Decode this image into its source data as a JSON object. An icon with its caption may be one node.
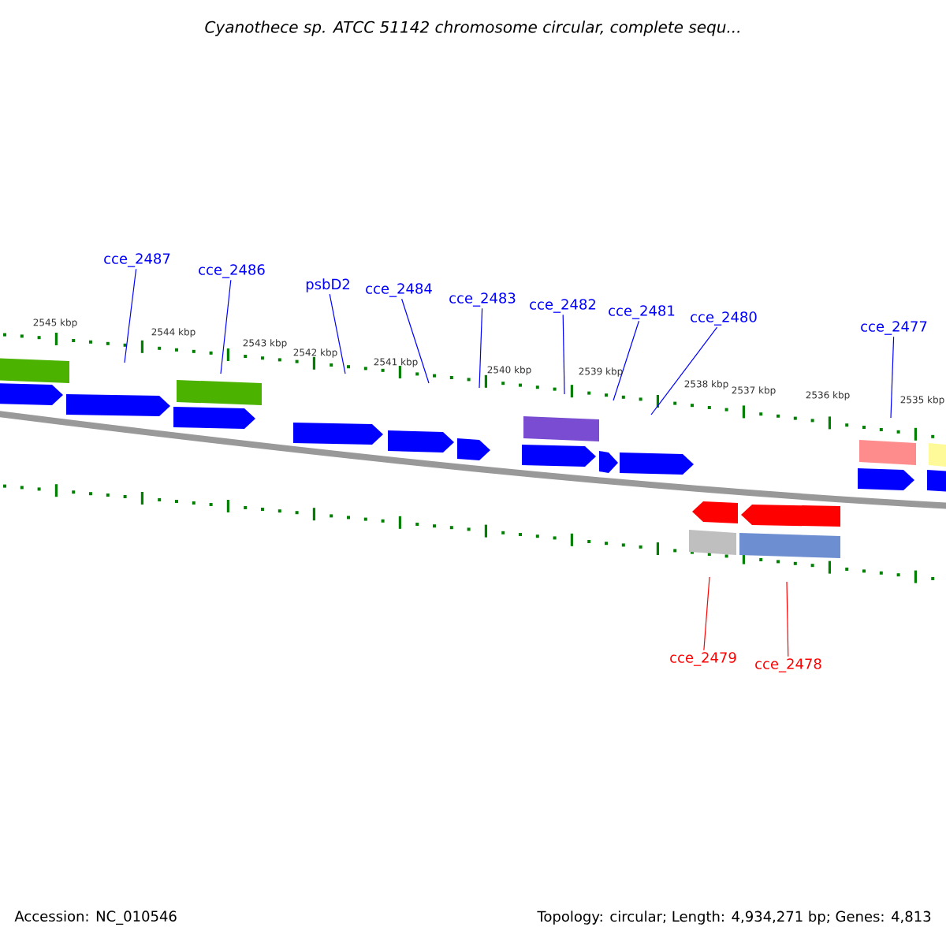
{
  "diagram": {
    "title": "Cyanothece sp. ATCC 51142 chromosome circular, complete sequ...",
    "nodes": [
      {
        "text": [
          "cce_2487"
        ]
      },
      {
        "text": [
          "cce_2486"
        ]
      },
      {
        "text": [
          "psbD2"
        ]
      },
      {
        "text": [
          "cce_2484"
        ]
      },
      {
        "text": [
          "cce_2483"
        ]
      },
      {
        "text": [
          "cce_2482"
        ]
      },
      {
        "text": [
          "cce_2481"
        ]
      },
      {
        "text": [
          "cce_2480"
        ]
      },
      {
        "text": [
          "cce_2477"
        ]
      },
      {
        "text": [
          "cce_2479"
        ]
      },
      {
        "text": [
          "cce_2478"
        ]
      }
    ],
    "edges": [
      {
        "from": 0,
        "to": null,
        "arrow": "none"
      },
      {
        "from": 1,
        "to": null,
        "arrow": "none"
      },
      {
        "from": 2,
        "to": null,
        "arrow": "none"
      },
      {
        "from": 3,
        "to": null,
        "arrow": "none"
      },
      {
        "from": 4,
        "to": null,
        "arrow": "none"
      },
      {
        "from": 5,
        "to": null,
        "arrow": "none"
      },
      {
        "from": 6,
        "to": null,
        "arrow": "none"
      },
      {
        "from": 7,
        "to": null,
        "arrow": "none"
      },
      {
        "from": 8,
        "to": null,
        "arrow": "none"
      },
      {
        "from": 9,
        "to": null,
        "arrow": "none",
        "color": "#ff0000"
      },
      {
        "from": 10,
        "to": null,
        "arrow": "none",
        "color": "#ff0000"
      }
    ],
    "labels": [
      "2545 kbp",
      "2544 kbp",
      "2543 kbp",
      "2542 kbp",
      "2541 kbp",
      "2540 kbp",
      "2539 kbp",
      "2538 kbp",
      "2537 kbp",
      "2536 kbp",
      "2535 kbp",
      "Accession: NC_010546",
      "Topology: circular; Length: 4,934,271 bp; Genes: 4,813"
    ]
  }
}
